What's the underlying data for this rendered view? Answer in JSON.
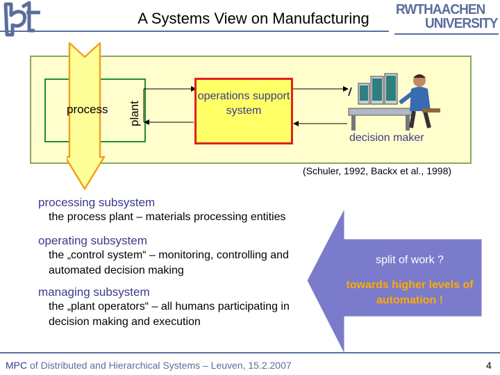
{
  "header": {
    "title": "A Systems View on Manufacturing",
    "university_line1": "RWTHAACHEN",
    "university_line2": "UNIVERSITY"
  },
  "diagram": {
    "process_label": "process",
    "plant_label": "plant",
    "operations_label": "operations support system",
    "decision_maker_label": "decision maker",
    "citation": "(Schuler, 1992, Backx et al., 1998)"
  },
  "subsystems": [
    {
      "heading": "processing subsystem",
      "text": [
        "the process plant – materials processing entities"
      ]
    },
    {
      "heading": "operating subsystem",
      "text": [
        "the „control system“ – monitoring, controlling and",
        "automated decision making"
      ]
    },
    {
      "heading": "managing subsystem",
      "text": [
        "the „plant operators“ – all humans participating in",
        "decision making and execution"
      ]
    }
  ],
  "arrow": {
    "split_text": "split of work ?",
    "towards_text": "towards higher levels of automation !"
  },
  "footer": {
    "prefix": "MPC",
    "rest": " of Distributed and Hierarchical Systems – Leuven, 15.2.2007",
    "page": "4"
  },
  "colors": {
    "accent_blue": "#3a3a8c",
    "rwth_blue": "#5a6e9c",
    "arrow_fill": "#7b7bcc",
    "ops_fill": "#ffff66",
    "ops_border": "#e02020",
    "outer_fill": "#fffecc",
    "plant_border": "#1a8c3a",
    "process_arrow": "#f0a020"
  }
}
